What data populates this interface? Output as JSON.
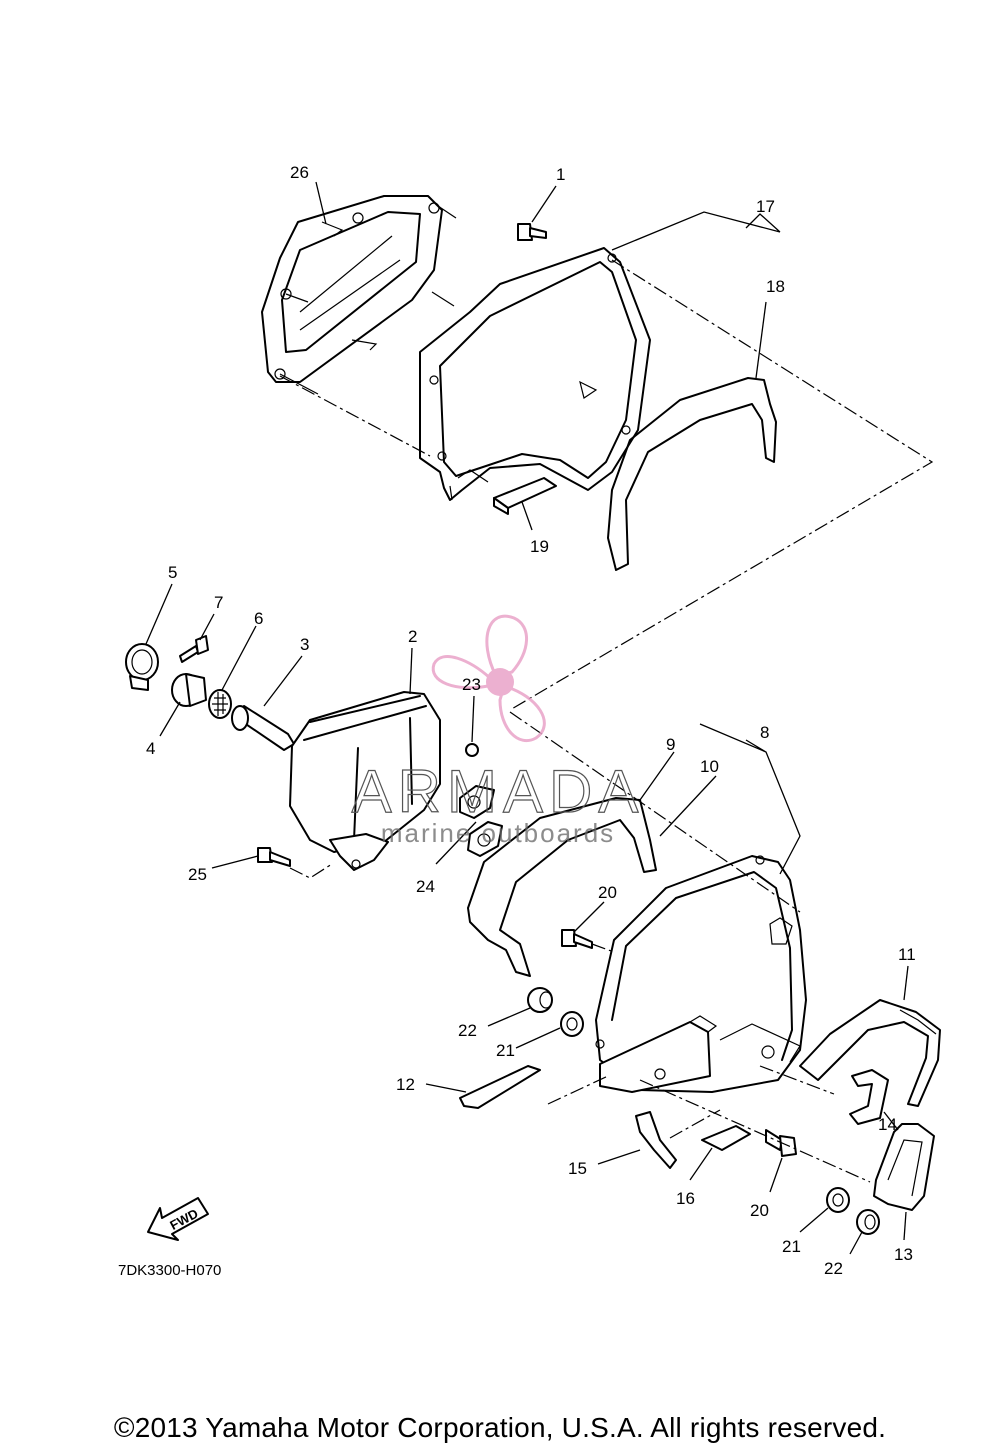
{
  "labels": [
    "1",
    "2",
    "3",
    "4",
    "5",
    "6",
    "7",
    "8",
    "9",
    "10",
    "11",
    "12",
    "13",
    "14",
    "15",
    "16",
    "17",
    "18",
    "19",
    "20",
    "20",
    "21",
    "21",
    "22",
    "22",
    "23",
    "24",
    "25",
    "26"
  ],
  "watermark": {
    "brand": "ARMADA",
    "tagline": "marine outboards",
    "accent": "#e9a3c8"
  },
  "fwd_label": "FWD",
  "diagram_code": "7DK3300-H070",
  "copyright": "©2013 Yamaha Motor Corporation, U.S.A. All rights reserved."
}
